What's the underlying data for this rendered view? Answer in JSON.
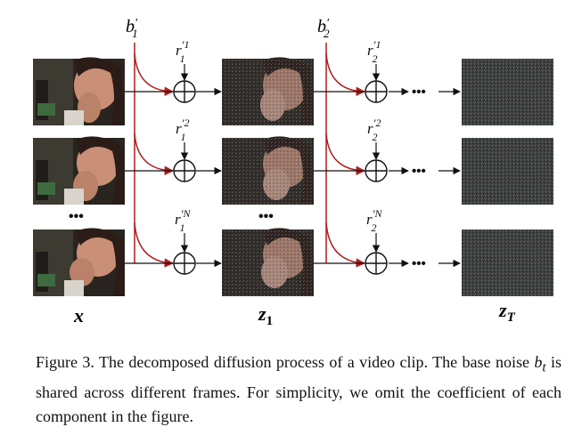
{
  "labels": {
    "x": "x",
    "z1": "z",
    "z1_sub": "1",
    "zT": "z",
    "zT_sub": "T",
    "b1": "b",
    "b1_sub": "1",
    "b1_prime": "′",
    "b2": "b",
    "b2_sub": "2",
    "b2_prime": "′",
    "r": "r",
    "r_prime": "′",
    "r_sup_1": "1",
    "r_sup_2": "2",
    "r_sup_N": "N",
    "r_sub_1": "1",
    "r_sub_2": "2",
    "ellipsis": "•••",
    "row_ellipsis": "•••"
  },
  "caption": {
    "prefix": "Figure 3. The decomposed diffusion process of a video clip. The base noise ",
    "var": "b",
    "var_sub": "t",
    "suffix": " is shared across different frames. For simplicity, we omit the coefficient of each component in the figure."
  },
  "colors": {
    "red_arrow": "#b01b1b",
    "black": "#111111"
  }
}
